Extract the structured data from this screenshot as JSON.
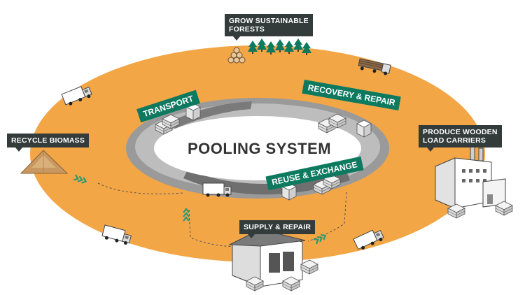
{
  "diagram": {
    "center_title": "POOLING SYSTEM",
    "outer_labels": {
      "forests": "GROW SUSTAINABLE\nFORESTS",
      "produce": "PRODUCE WOODEN\nLOAD CARRIERS",
      "recycle": "RECYCLE BIOMASS",
      "supply": "SUPPLY & REPAIR"
    },
    "inner_labels": {
      "transport": "TRANSPORT",
      "recovery": "RECOVERY & REPAIR",
      "reuse": "REUSE & EXCHANGE"
    },
    "colors": {
      "outer_ring": "#f2a646",
      "inner_road": "#9a9a9a",
      "accent_green": "#0d7a60",
      "callout": "#333b3b"
    },
    "icons": [
      "tree-icon",
      "log-icon",
      "truck-icon",
      "factory-icon",
      "warehouse-icon",
      "pallet-icon",
      "biomass-icon",
      "chevron-icon"
    ]
  }
}
